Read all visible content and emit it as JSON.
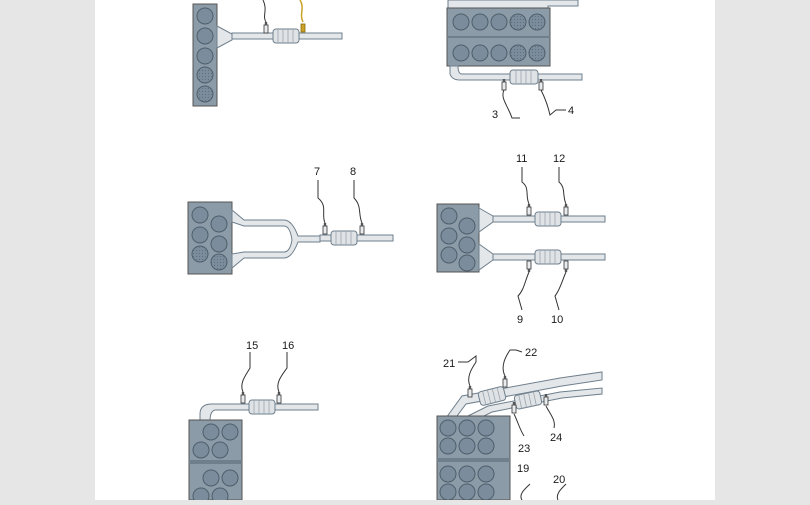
{
  "colors": {
    "background_side": "#e6e6e6",
    "sheet": "#ffffff",
    "engine_block": "#8c9ba8",
    "cylinder": "#7b8d9c",
    "pipe_fill": "#e3e7ea",
    "pipe_stroke": "#6f7f8c",
    "sensor_highlight": "#c9a227",
    "wire": "#333333"
  },
  "sensor_labels": {
    "s3": "3",
    "s4": "4",
    "s7": "7",
    "s8": "8",
    "s11": "11",
    "s12": "12",
    "s9": "9",
    "s10": "10",
    "s15": "15",
    "s16": "16",
    "s21": "21",
    "s22": "22",
    "s23": "23",
    "s24": "24",
    "s19": "19",
    "s20": "20"
  },
  "icons": [
    "engine-block-icon",
    "catalytic-converter-icon",
    "lambda-probe-icon",
    "exhaust-pipe-icon"
  ]
}
